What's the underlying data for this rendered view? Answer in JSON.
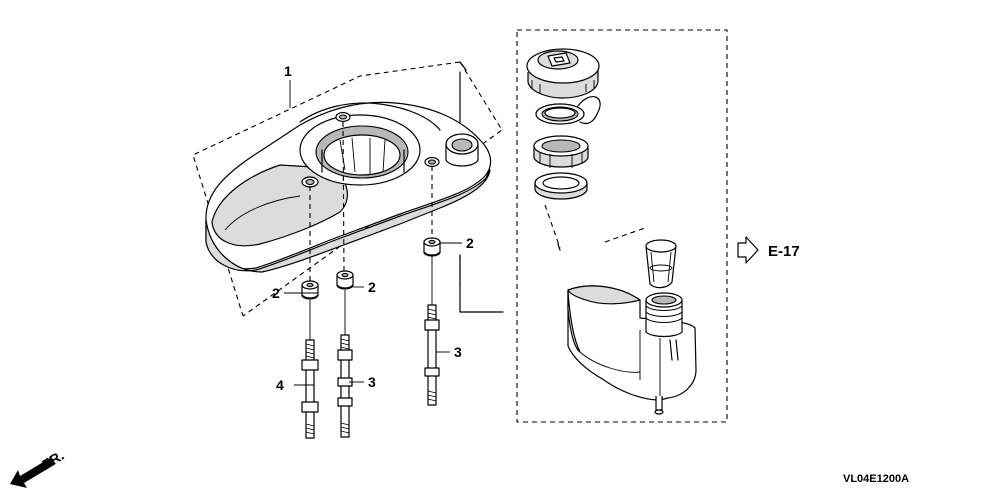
{
  "callouts": {
    "shroud": "1",
    "nut_left": "2",
    "nut_center": "2",
    "nut_right": "2",
    "bolt_center": "3",
    "bolt_right": "3",
    "bolt_left": "4"
  },
  "reference": {
    "label": "E-17"
  },
  "front_indicator": {
    "label": "FR."
  },
  "diagram_code": "VL04E1200A"
}
